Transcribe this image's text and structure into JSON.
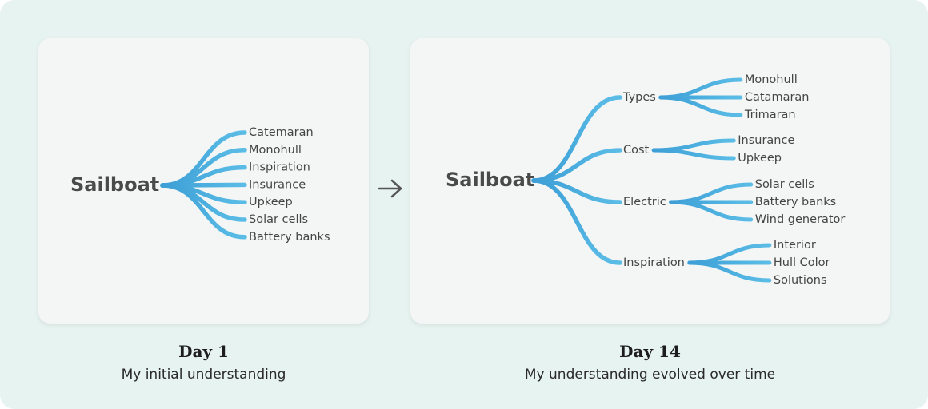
{
  "colors": {
    "branch_dark": "#3d9fd6",
    "branch_light": "#5bbde6",
    "card_bg": "#f4f6f6",
    "frame_bg": "#e7f3f0"
  },
  "panels": [
    {
      "root": "Sailboat",
      "children": [
        {
          "label": "Catemaran"
        },
        {
          "label": "Monohull"
        },
        {
          "label": "Inspiration"
        },
        {
          "label": "Insurance"
        },
        {
          "label": "Upkeep"
        },
        {
          "label": "Solar cells"
        },
        {
          "label": "Battery banks"
        }
      ],
      "caption_title": "Day 1",
      "caption_subtitle": "My initial understanding"
    },
    {
      "root": "Sailboat",
      "children": [
        {
          "label": "Types",
          "children": [
            {
              "label": "Monohull"
            },
            {
              "label": "Catamaran"
            },
            {
              "label": "Trimaran"
            }
          ]
        },
        {
          "label": "Cost",
          "children": [
            {
              "label": "Insurance"
            },
            {
              "label": "Upkeep"
            }
          ]
        },
        {
          "label": "Electric",
          "children": [
            {
              "label": "Solar cells"
            },
            {
              "label": "Battery banks"
            },
            {
              "label": "Wind generator"
            }
          ]
        },
        {
          "label": "Inspiration",
          "children": [
            {
              "label": "Interior"
            },
            {
              "label": "Hull Color"
            },
            {
              "label": "Solutions"
            }
          ]
        }
      ],
      "caption_title": "Day 14",
      "caption_subtitle": "My understanding evolved over time"
    }
  ],
  "transition_icon": "arrow-right-icon"
}
